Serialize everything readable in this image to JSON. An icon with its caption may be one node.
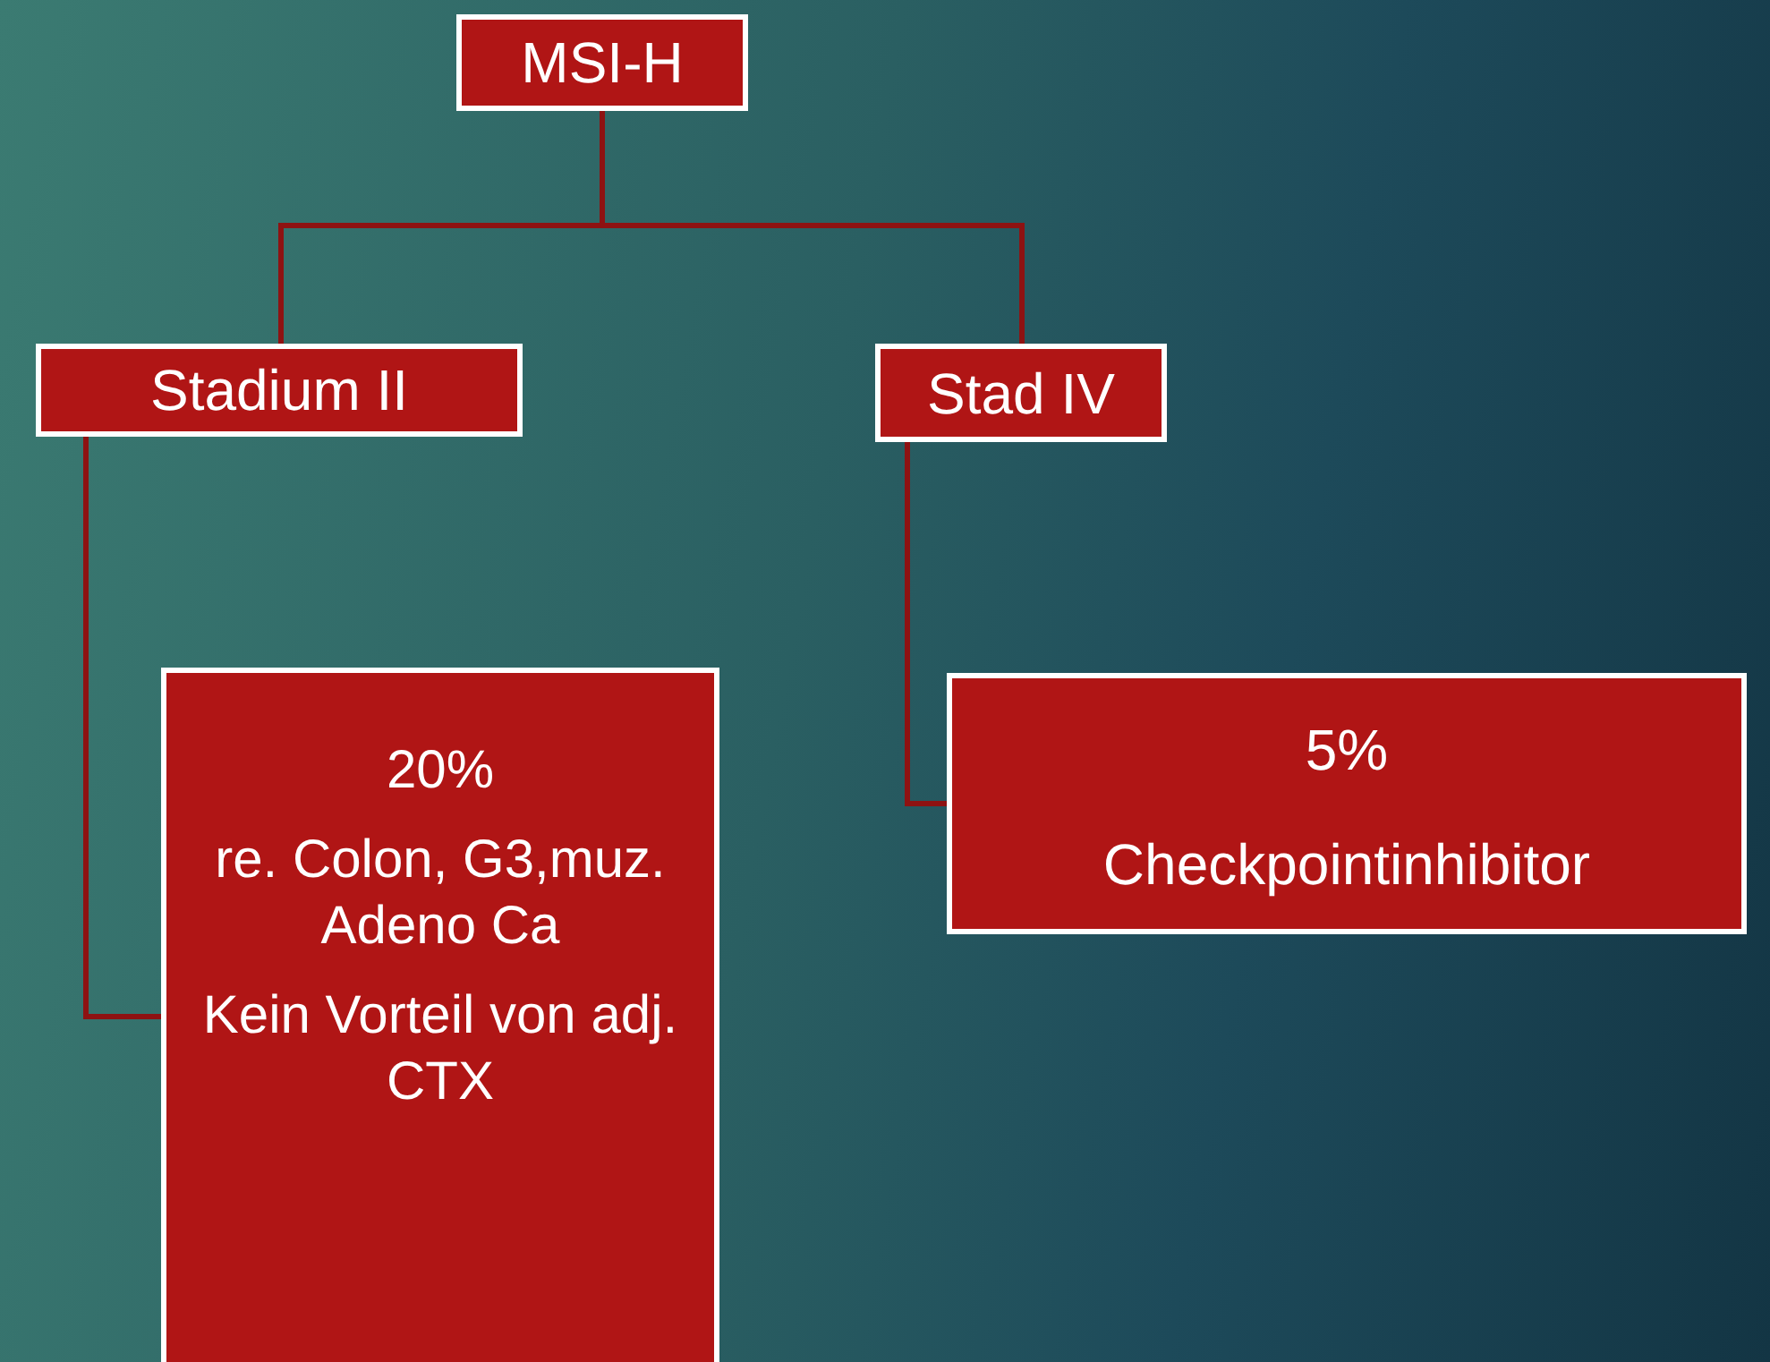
{
  "diagram": {
    "nodes": [
      {
        "text": [
          "MSI-H"
        ]
      },
      {
        "text": [
          "Stadium II"
        ]
      },
      {
        "text": [
          "Stad IV"
        ]
      },
      {
        "text": [
          "20%",
          "re. Colon, G3,muz. Adeno Ca",
          "Kein Vorteil von adj. CTX"
        ]
      },
      {
        "text": [
          "5%",
          "Checkpointinhibitor"
        ]
      }
    ],
    "edges": [
      {
        "from": 0,
        "to": 1,
        "arrow": "none"
      },
      {
        "from": 0,
        "to": 2,
        "arrow": "none"
      },
      {
        "from": 1,
        "to": 3,
        "arrow": "none"
      },
      {
        "from": 2,
        "to": 4,
        "arrow": "none"
      }
    ]
  }
}
